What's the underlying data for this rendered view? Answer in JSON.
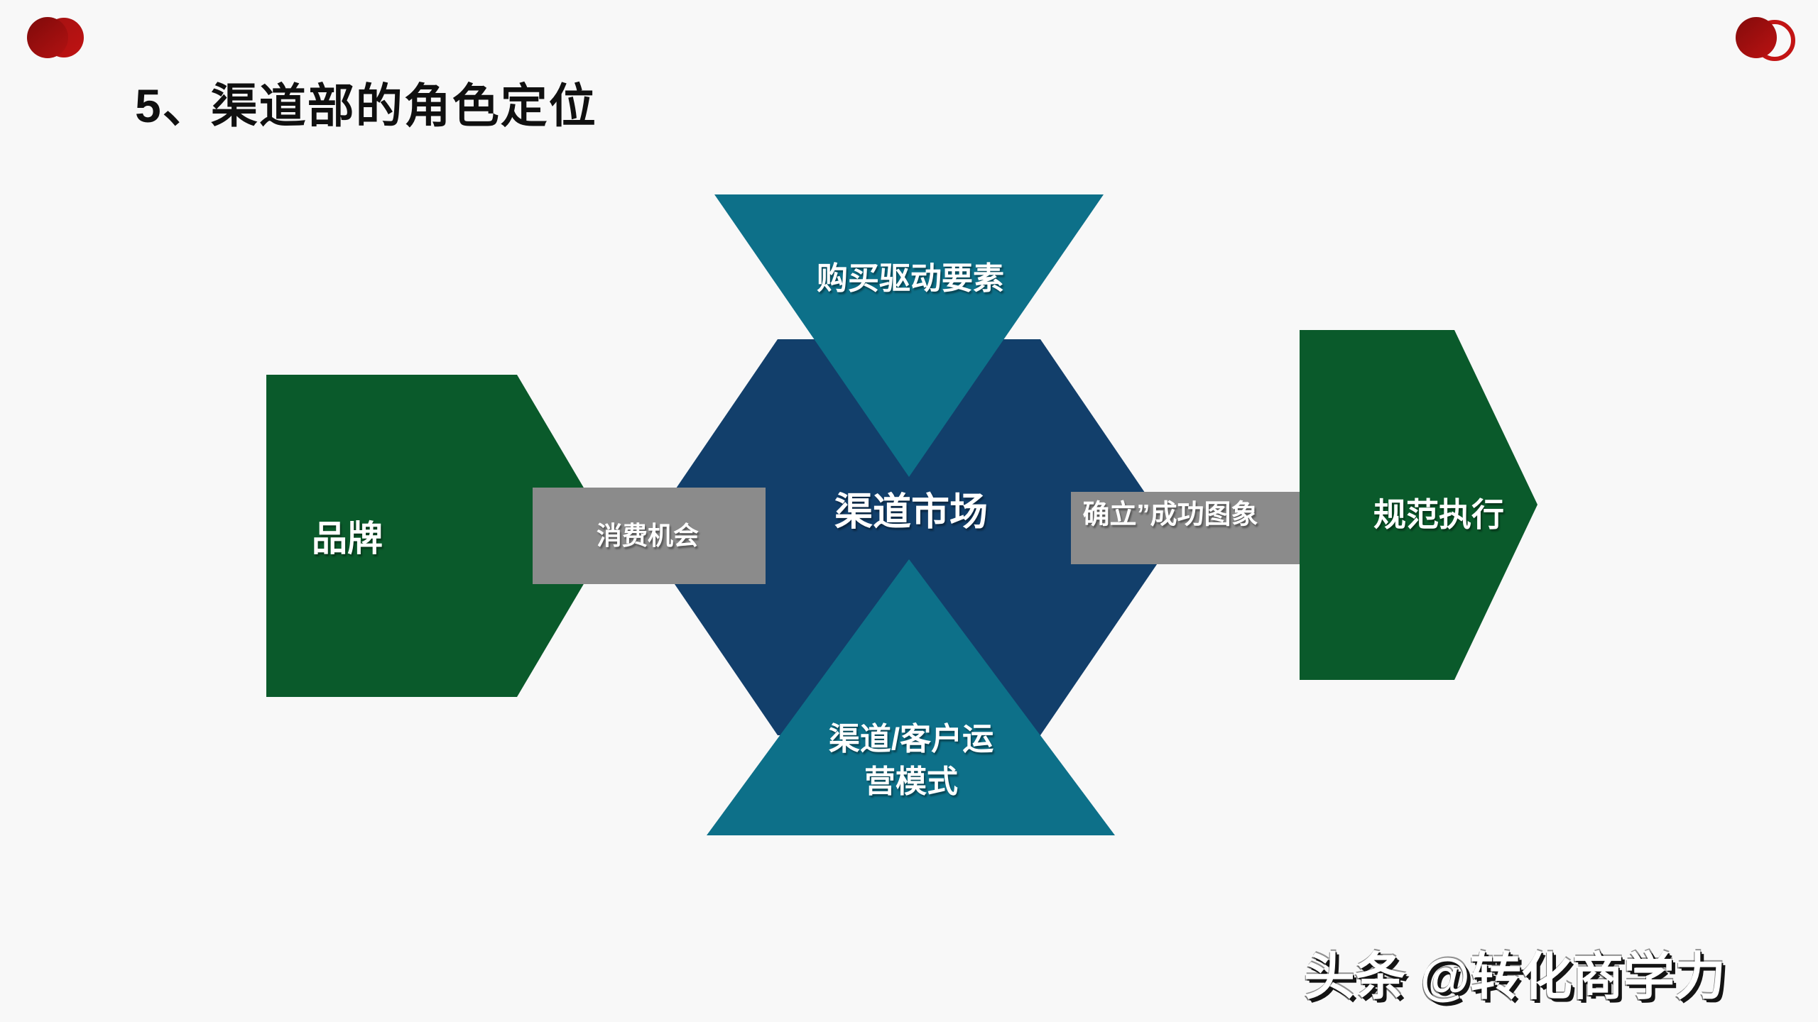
{
  "slide": {
    "title": "5、渠道部的角色定位",
    "watermark": "头条 @转化商学力"
  },
  "diagram": {
    "center": {
      "label": "渠道市场"
    },
    "top": {
      "label": "购买驱动要素"
    },
    "bottom": {
      "lines": [
        "渠道/客户运",
        "营模式"
      ]
    },
    "left": {
      "label": "品牌"
    },
    "right": {
      "label": "规范执行"
    },
    "connector_left": {
      "label": "消费机会"
    },
    "connector_right": {
      "label": "确立”成功图象"
    }
  },
  "colors": {
    "background": "#f8f8f8",
    "navy": "#123f6b",
    "teal": "#0d7089",
    "green": "#0a5a2b",
    "gray": "#8b8b8b",
    "title_color": "#101010",
    "label_color": "#ffffff",
    "logo_red": "#c01313"
  }
}
